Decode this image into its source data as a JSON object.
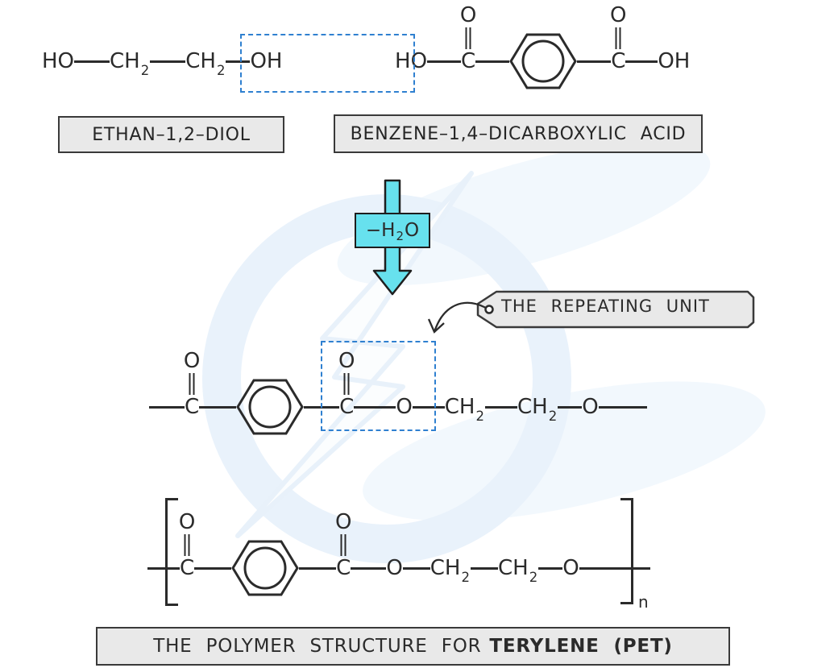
{
  "colors": {
    "ink": "#2b2b2b",
    "cyan_arrow": "#67e1ee",
    "dashed_box_blue": "#2f80d0",
    "label_box_fill": "#e9e9e9",
    "label_box_border": "#3a3a3a"
  },
  "atoms": {
    "HO": "HO",
    "OH": "OH",
    "H": "H",
    "O": "O",
    "C": "C",
    "CH": "CH",
    "sub_two": "2",
    "sub_n": "n"
  },
  "labels": {
    "diol": "ETHAN–1,2–DIOL",
    "acid": "BENZENE–1,4–DICARBOXYLIC ACID",
    "repeating_unit": "THE REPEATING UNIT",
    "polymer_prefix": "THE POLYMER STRUCTURE FOR",
    "polymer_name": "TERYLENE (PET)"
  },
  "arrow_label": {
    "pre": "−H",
    "sub": "2",
    "post": "O"
  }
}
